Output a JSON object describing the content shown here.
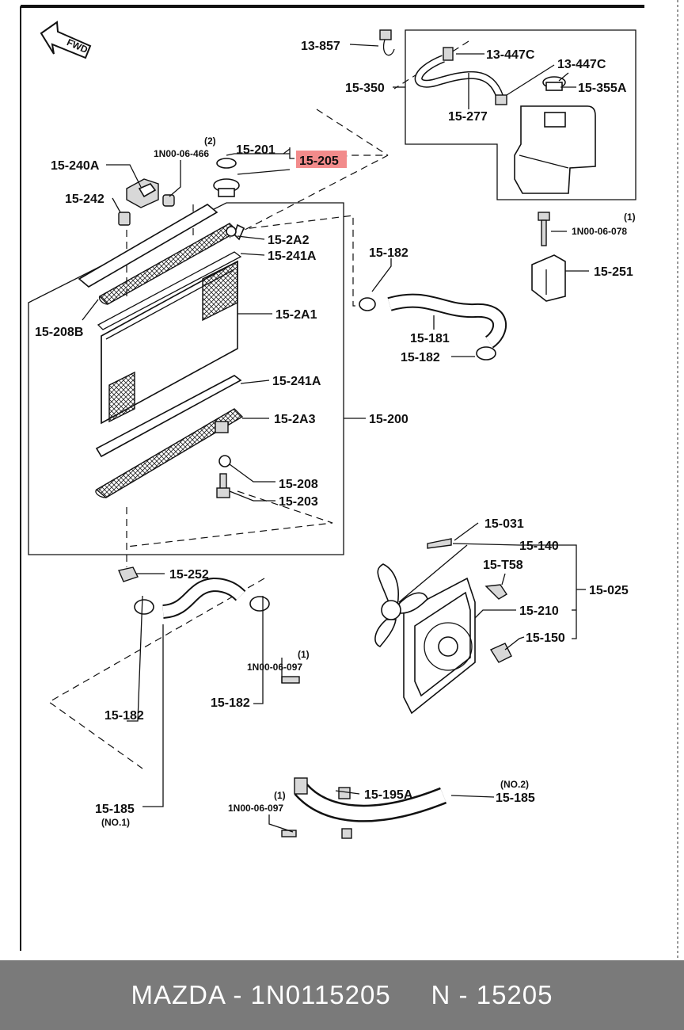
{
  "diagram": {
    "direction_arrow": "FWD",
    "highlight_color": "#f28b8b",
    "highlighted_part": "15-205",
    "labels": {
      "l_13_857": "13-857",
      "l_13_447c_a": "13-447C",
      "l_13_447c_b": "13-447C",
      "l_15_350": "15-350",
      "l_15_355a": "15-355A",
      "l_15_277": "15-277",
      "l_1n00_06_466": "1N00-06-466",
      "l_qty_466": "(2)",
      "l_15_201": "15-201",
      "l_15_205": "15-205",
      "l_15_240a": "15-240A",
      "l_15_242": "15-242",
      "l_15_2a2": "15-2A2",
      "l_15_241a_top": "15-241A",
      "l_1n00_06_078": "1N00-06-078",
      "l_qty_078": "(1)",
      "l_15_251": "15-251",
      "l_15_182_a": "15-182",
      "l_15_208b": "15-208B",
      "l_15_2a1": "15-2A1",
      "l_15_181": "15-181",
      "l_15_182_b": "15-182",
      "l_15_241a_bot": "15-241A",
      "l_15_2a3": "15-2A3",
      "l_15_200": "15-200",
      "l_15_208": "15-208",
      "l_15_203": "15-203",
      "l_15_031": "15-031",
      "l_15_140": "15-140",
      "l_15_t58": "15-T58",
      "l_15_025": "15-025",
      "l_15_210": "15-210",
      "l_15_252": "15-252",
      "l_15_150": "15-150",
      "l_1n00_06_097_a": "1N00-06-097",
      "l_qty_097_a": "(1)",
      "l_15_182_c": "15-182",
      "l_15_182_d": "15-182",
      "l_15_195a": "15-195A",
      "l_no2": "(NO.2)",
      "l_15_185_b": "15-185",
      "l_15_185_a": "15-185",
      "l_no1": "(NO.1)",
      "l_1n00_06_097_b": "1N00-06-097",
      "l_qty_097_b": "(1)"
    }
  },
  "footer": {
    "text": "MAZDA - 1N0115205     N - 15205"
  }
}
